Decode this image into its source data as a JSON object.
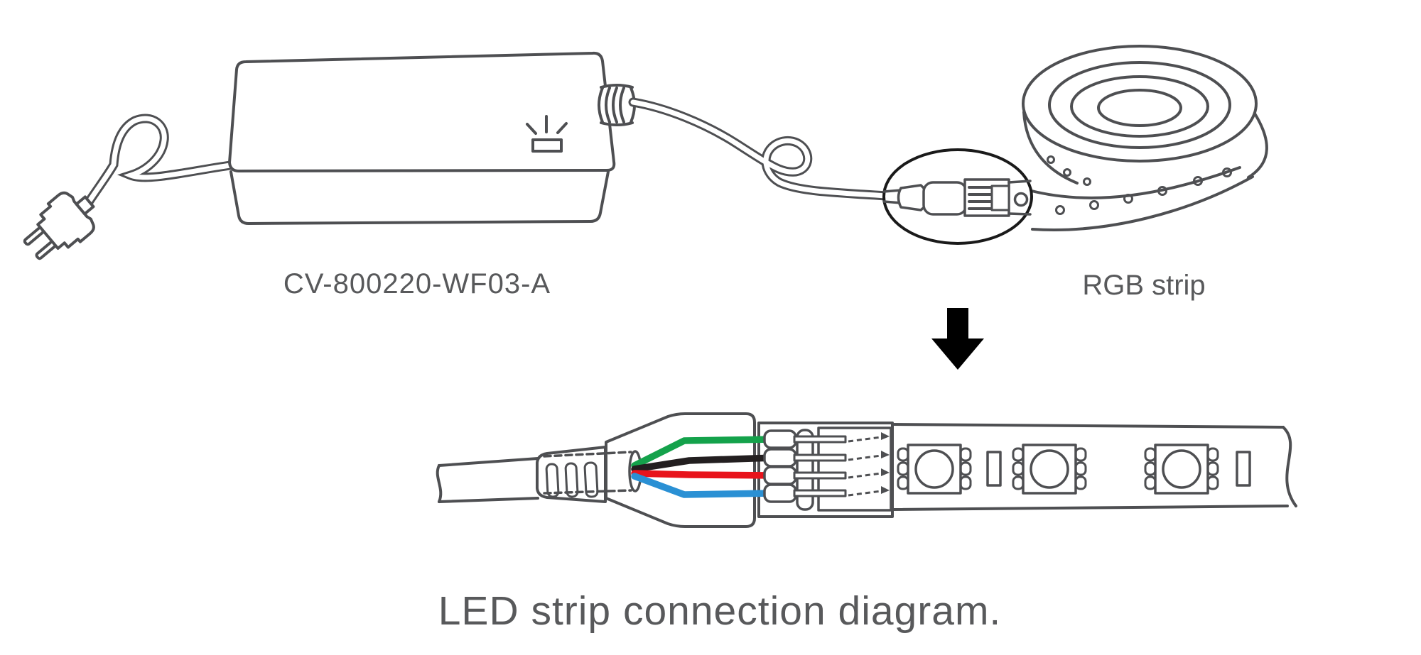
{
  "diagram": {
    "caption": "LED strip connection diagram.",
    "adapter_label": "CV-800220-WF03-A",
    "strip_label": "RGB strip",
    "wire_order_top_to_bottom": [
      "green",
      "black",
      "red",
      "blue"
    ]
  },
  "icons": {
    "power_indicator": "led-indicator-icon",
    "down_arrow": "down-arrow-icon"
  },
  "colors": {
    "line": "#4e4f52",
    "text": "#58595b",
    "detail_outline": "#1a1a1a",
    "arrow": "#000000",
    "wire_green": "#14a24b",
    "wire_black": "#231f20",
    "wire_red": "#e8131b",
    "wire_blue": "#2a90d4",
    "background": "#ffffff"
  }
}
